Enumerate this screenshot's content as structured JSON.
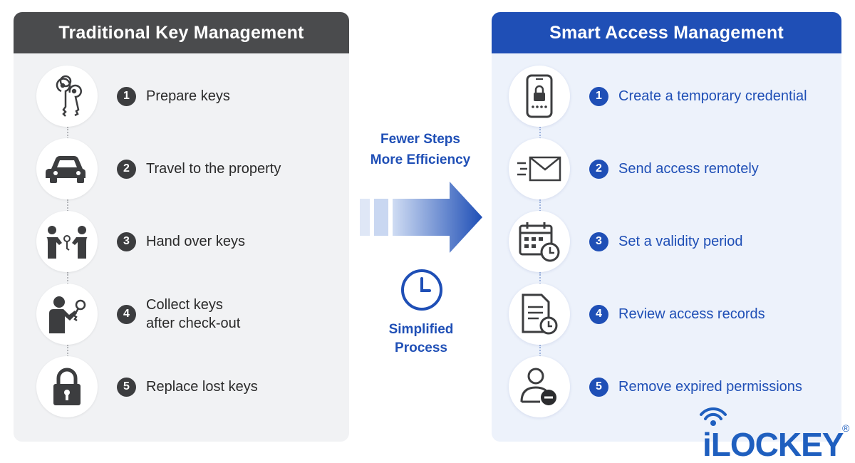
{
  "left_panel": {
    "title": "Traditional Key Management",
    "steps": [
      {
        "number": "1",
        "label": "Prepare keys",
        "icon": "keys-icon"
      },
      {
        "number": "2",
        "label": "Travel to the property",
        "icon": "car-icon"
      },
      {
        "number": "3",
        "label": "Hand over keys",
        "icon": "handover-icon"
      },
      {
        "number": "4",
        "label": "Collect keys",
        "label2": "after check-out",
        "icon": "collect-key-icon"
      },
      {
        "number": "5",
        "label": "Replace lost keys",
        "icon": "padlock-icon"
      }
    ]
  },
  "middle": {
    "line1": "Fewer Steps",
    "line2": "More Efficiency",
    "line3": "Simplified",
    "line4": "Process"
  },
  "right_panel": {
    "title": "Smart Access Management",
    "steps": [
      {
        "number": "1",
        "label": "Create a temporary credential",
        "icon": "phone-lock-icon"
      },
      {
        "number": "2",
        "label": "Send access remotely",
        "icon": "envelope-icon"
      },
      {
        "number": "3",
        "label": "Set a validity period",
        "icon": "calendar-clock-icon"
      },
      {
        "number": "4",
        "label": "Review access records",
        "icon": "document-clock-icon"
      },
      {
        "number": "5",
        "label": "Remove expired permissions",
        "icon": "user-remove-icon"
      }
    ]
  },
  "logo": {
    "brand": "iLOCKEY",
    "mark": "®"
  },
  "colors": {
    "dark_header": "#4a4b4d",
    "blue_accent": "#1f4fb6",
    "left_bg": "#f1f2f4",
    "right_bg": "#edf2fb"
  }
}
